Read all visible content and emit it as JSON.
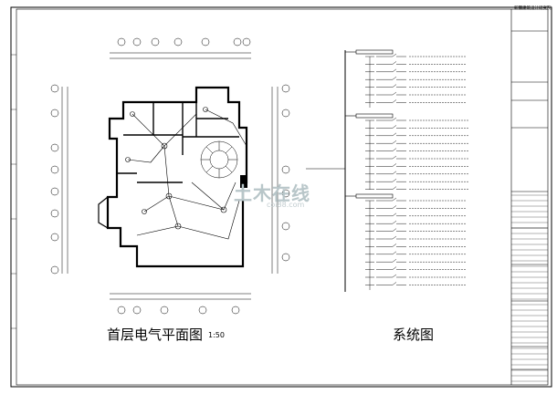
{
  "plan": {
    "title": "首层电气平面图",
    "scale": "1:50"
  },
  "system": {
    "title": "系统图"
  },
  "title_block": {
    "header": "新疆建筑设计研究院"
  },
  "watermark": {
    "main": "土木在线",
    "sub": "coi88.com"
  },
  "colors": {
    "line": "#000000",
    "watermark": "#b8c6c9"
  }
}
